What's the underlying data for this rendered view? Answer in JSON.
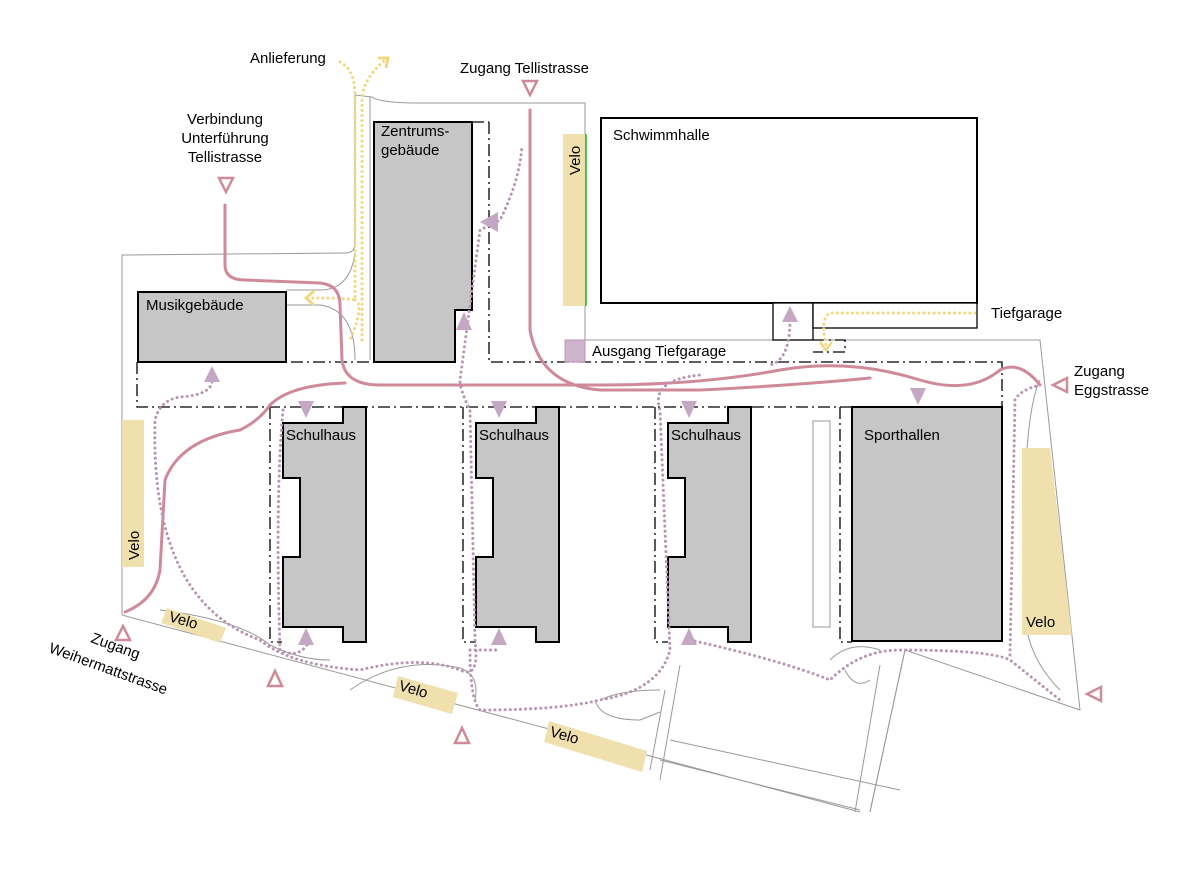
{
  "labels": {
    "anlieferung": "Anlieferung",
    "zugang_telli": "Zugang Tellistrasse",
    "verbindung": [
      "Verbindung",
      "Unterführung",
      "Tellistrasse"
    ],
    "tiefgarage": "Tiefgarage",
    "ausgang_tiefgarage": "Ausgang Tiefgarage",
    "zugang_egg": [
      "Zugang",
      "Eggstrasse"
    ],
    "zugang_weihermatt": [
      "Zugang",
      "Weihermattstrasse"
    ]
  },
  "buildings": {
    "zentrum": [
      "Zentrums-",
      "gebäude"
    ],
    "schwimmhalle": "Schwimmhalle",
    "musik": "Musikgebäude",
    "schulhaus": [
      "Schulhaus",
      "Schulhaus",
      "Schulhaus"
    ],
    "sporthallen": "Sporthallen"
  },
  "velo": [
    "Velo",
    "Velo",
    "Velo",
    "Velo",
    "Velo",
    "Velo"
  ],
  "colors": {
    "building": "#c6c6c6",
    "main_path": "#cf8a9a",
    "foot_path": "#b995b4",
    "delivery": "#f0d880",
    "velo": "#efe0ad"
  }
}
